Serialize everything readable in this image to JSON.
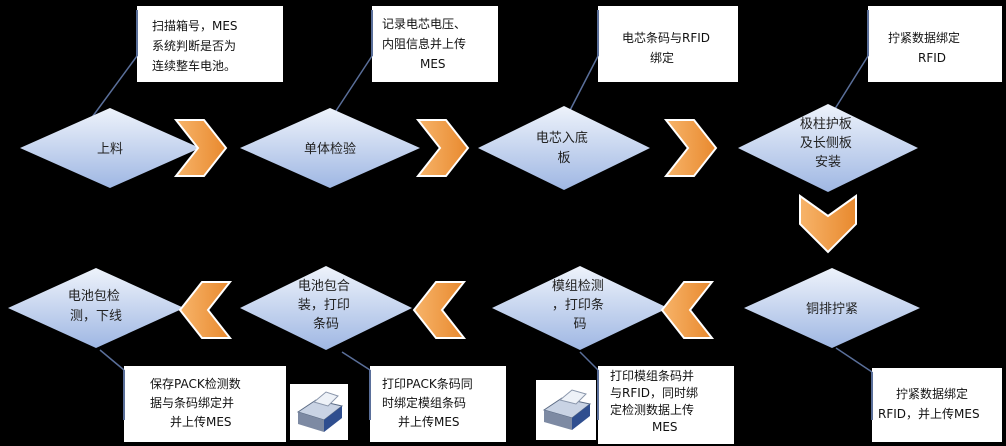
{
  "steps": [
    {
      "id": "s1",
      "lines": [
        "上料"
      ]
    },
    {
      "id": "s2",
      "lines": [
        "单体检验"
      ]
    },
    {
      "id": "s3",
      "lines": [
        "电芯入底",
        "板"
      ]
    },
    {
      "id": "s4",
      "lines": [
        "极柱护板",
        "及长侧板",
        "安装"
      ]
    },
    {
      "id": "s5",
      "lines": [
        "铜排拧紧"
      ]
    },
    {
      "id": "s6",
      "lines": [
        "模组检测",
        "，打印条",
        "码"
      ]
    },
    {
      "id": "s7",
      "lines": [
        "电池包合",
        "装，打印",
        "条码"
      ]
    },
    {
      "id": "s8",
      "lines": [
        "电池包检",
        "测，下线"
      ]
    }
  ],
  "notes": [
    {
      "id": "n1",
      "lines": [
        "扫描箱号，MES",
        "系统判断是否为",
        "连续整车电池。"
      ]
    },
    {
      "id": "n2",
      "lines": [
        "记录电芯电压、",
        "内阻信息并上传",
        "MES"
      ]
    },
    {
      "id": "n3",
      "lines": [
        "电芯条码与RFID",
        "绑定"
      ]
    },
    {
      "id": "n4",
      "lines": [
        "拧紧数据绑定",
        "RFID"
      ]
    },
    {
      "id": "n5",
      "lines": [
        "拧紧数据绑定",
        "RFID，并上传MES"
      ]
    },
    {
      "id": "n6",
      "lines": [
        "打印模组条码并",
        "与RFID，同时绑",
        "定检测数据上传",
        "MES"
      ]
    },
    {
      "id": "n7",
      "lines": [
        "打印PACK条码同",
        "时绑定模组条码",
        "并上传MES"
      ]
    },
    {
      "id": "n8",
      "lines": [
        "保存PACK检测数",
        "据与条码绑定并",
        "并上传MES"
      ]
    }
  ],
  "icons": [
    "printer-icon",
    "printer-icon"
  ],
  "colors": {
    "background": "#000000",
    "diamond_light": "#dfe8f6",
    "diamond_dark": "#a6bde6",
    "arrow_orange": "#f2a24a",
    "callout_bg": "#ffffff",
    "callout_line": "#4a5f8a"
  }
}
